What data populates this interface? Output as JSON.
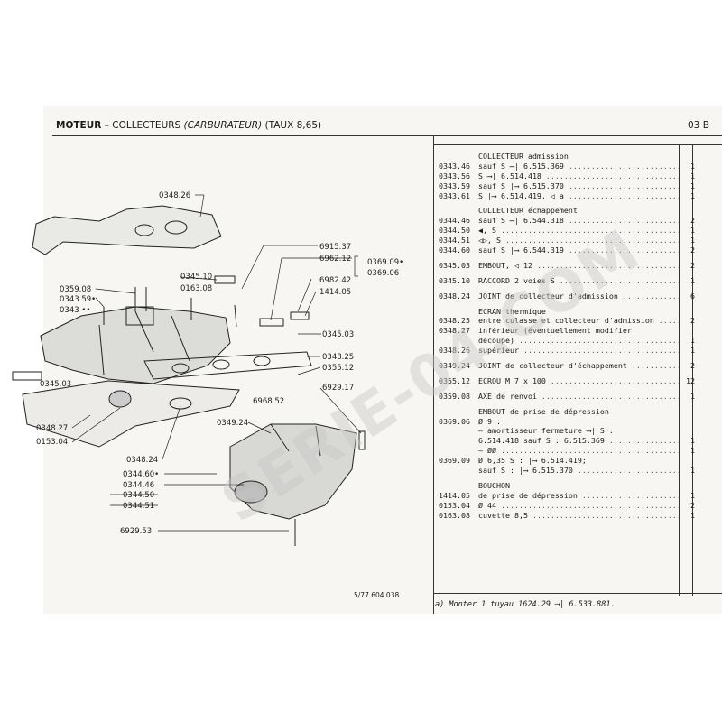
{
  "header": {
    "title_main": "MOTEUR",
    "title_rest": " – COLLECTEURS ",
    "title_italic": "(CARBURATEUR)",
    "title_tail": " (TAUX 8,65)",
    "page_code": "03 B"
  },
  "figure": {
    "code": "5/77 604 038",
    "labels": [
      "0348.26",
      "6915.37",
      "6962.12",
      "0369.09•",
      "0369.06",
      "6982.42",
      "1414.05",
      "0345.10",
      "0163.08",
      "0359.08",
      "0343.59•",
      "0343 ••",
      "0345.03",
      "0345.03",
      "0348.25",
      "0355.12",
      "6929.17",
      "6968.52",
      "0348.27",
      "0153.04",
      "0348.24",
      "0349.24",
      "0344.60•",
      "0344.46",
      "0344.50",
      "0344.51",
      "6929.53"
    ]
  },
  "parts": [
    {
      "type": "title",
      "text": "COLLECTEUR admission"
    },
    {
      "ref": "0343.46",
      "desc": "sauf S ⟶| 6.515.369",
      "qty": "1"
    },
    {
      "ref": "0343.56",
      "desc": "S ⟶| 6.514.418",
      "qty": "1"
    },
    {
      "ref": "0343.59",
      "desc": "sauf S |⟶ 6.515.370",
      "qty": "1"
    },
    {
      "ref": "0343.61",
      "desc": "S |⟶ 6.514.419, ◁ a",
      "qty": "1"
    },
    {
      "type": "gap"
    },
    {
      "type": "title",
      "text": "COLLECTEUR échappement"
    },
    {
      "ref": "0344.46",
      "desc": "sauf S ⟶| 6.544.318",
      "qty": "2"
    },
    {
      "ref": "0344.50",
      "desc": "◀, S",
      "qty": "1"
    },
    {
      "ref": "0344.51",
      "desc": "◁▷, S",
      "qty": "1"
    },
    {
      "ref": "0344.60",
      "desc": "sauf S |⟶ 6.544.319",
      "qty": "2"
    },
    {
      "type": "gap"
    },
    {
      "ref": "0345.03",
      "desc": "EMBOUT, ◁ 12",
      "qty": "2"
    },
    {
      "type": "gap"
    },
    {
      "ref": "0345.10",
      "desc": "RACCORD 2 voies S",
      "qty": "1"
    },
    {
      "type": "gap"
    },
    {
      "ref": "0348.24",
      "desc": "JOINT de collecteur d'admission",
      "qty": "6"
    },
    {
      "type": "gap"
    },
    {
      "type": "title",
      "text": "ECRAN thermique"
    },
    {
      "ref": "0348.25",
      "desc": "entre culasse et collecteur d'admission",
      "qty": "2"
    },
    {
      "ref": "0348.27",
      "desc": "inférieur (éventuellement modifier",
      "qty": ""
    },
    {
      "ref": "",
      "desc": "découpe)",
      "qty": "1"
    },
    {
      "ref": "0348.26",
      "desc": "supérieur",
      "qty": "1"
    },
    {
      "type": "gap"
    },
    {
      "ref": "0349.24",
      "desc": "JOINT de collecteur d'échappement",
      "qty": "2"
    },
    {
      "type": "gap"
    },
    {
      "ref": "0355.12",
      "desc": "ECROU M 7 x 100",
      "qty": "12"
    },
    {
      "type": "gap"
    },
    {
      "ref": "0359.08",
      "desc": "AXE de renvoi",
      "qty": "1"
    },
    {
      "type": "gap"
    },
    {
      "type": "title",
      "text": "EMBOUT de prise de dépression"
    },
    {
      "ref": "0369.06",
      "desc": "Ø 9 :",
      "qty": ""
    },
    {
      "ref": "",
      "desc": "– amortisseur fermeture ⟶| S :",
      "qty": ""
    },
    {
      "ref": "",
      "desc": "6.514.418 sauf S : 6.515.369",
      "qty": "1"
    },
    {
      "ref": "",
      "desc": "– ØØ",
      "qty": "1"
    },
    {
      "ref": "0369.09",
      "desc": "Ø 6,35 S : |⟶ 6.514.419;",
      "qty": ""
    },
    {
      "ref": "",
      "desc": "sauf S : |⟶ 6.515.370",
      "qty": "1"
    },
    {
      "type": "gap"
    },
    {
      "type": "title",
      "text": "BOUCHON"
    },
    {
      "ref": "1414.05",
      "desc": "de prise de dépression",
      "qty": "1"
    },
    {
      "ref": "0153.04",
      "desc": "Ø 44",
      "qty": "2"
    },
    {
      "ref": "0163.08",
      "desc": "cuvette 8,5",
      "qty": "1"
    }
  ],
  "footnote": "a) Monter 1 tuyau 1624.29 ⟶| 6.533.881.",
  "watermark": "SERIE-04.COM"
}
